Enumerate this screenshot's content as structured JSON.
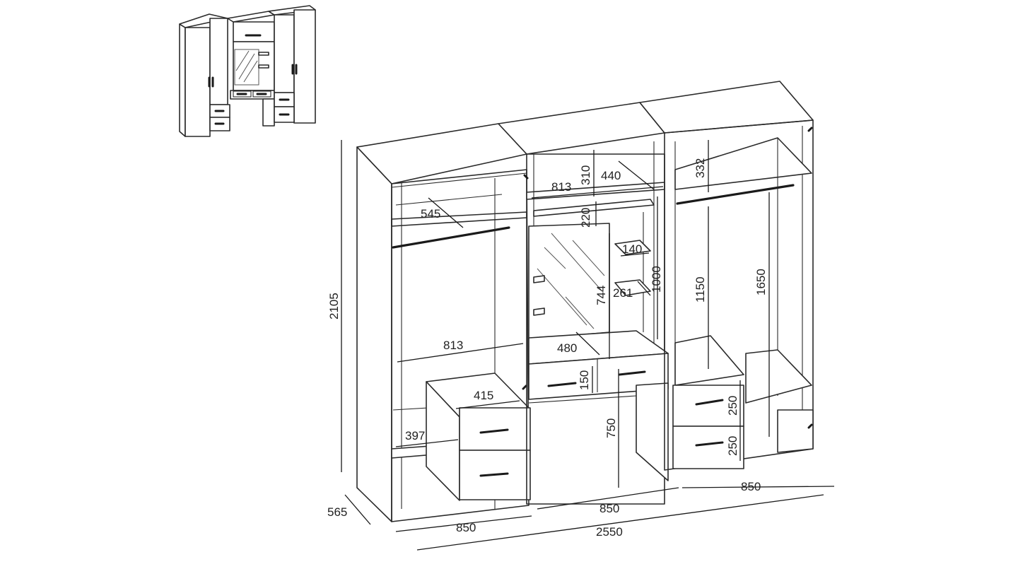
{
  "dimensions": {
    "total_height": "2105",
    "depth": "565",
    "left_width": "850",
    "middle_width": "850",
    "right_width": "850",
    "total_width": "2550",
    "left_shelf_depth": "545",
    "left_inner_width": "813",
    "left_drawer_width": "415",
    "left_low_shelf": "397",
    "mid_top_width": "813",
    "mid_top_height": "310",
    "mid_top_depth": "440",
    "mid_upper_gap": "220",
    "mid_small_shelf": "140",
    "mid_shelf_depth": "261",
    "mid_mirror_height": "744",
    "mid_column_height": "1000",
    "mid_desk_depth": "480",
    "mid_drawer_height": "150",
    "mid_desk_height": "750",
    "right_top_height": "332",
    "right_hang_short": "1150",
    "right_hang_long": "1650",
    "right_drawer_1": "250",
    "right_drawer_2": "250"
  }
}
